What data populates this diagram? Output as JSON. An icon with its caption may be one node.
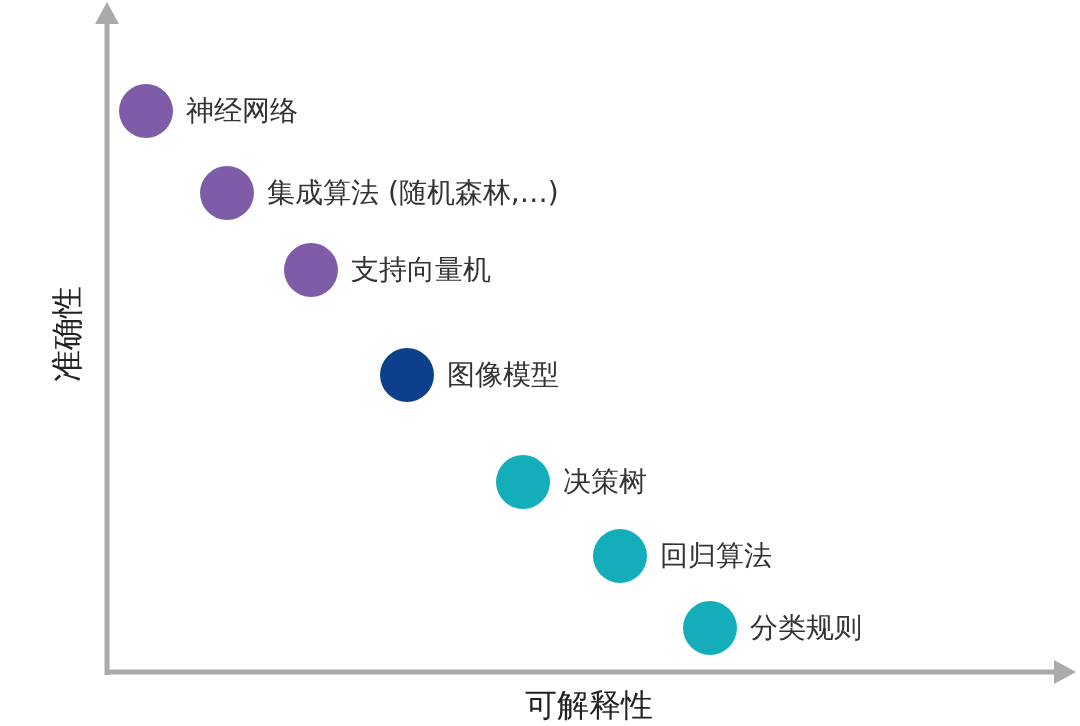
{
  "diagram": {
    "nodes": [
      {
        "text": [],
        "shape": "circle",
        "beside": [
          "神经网络"
        ]
      },
      {
        "text": [],
        "shape": "circle",
        "beside": [
          "集成算法 (随机森林,…)"
        ]
      },
      {
        "text": [],
        "shape": "circle",
        "beside": [
          "支持向量机"
        ]
      },
      {
        "text": [],
        "shape": "circle",
        "beside": [
          "图像模型"
        ]
      },
      {
        "text": [],
        "shape": "circle",
        "beside": [
          "决策树"
        ]
      },
      {
        "text": [],
        "shape": "circle",
        "beside": [
          "回归算法"
        ]
      },
      {
        "text": [],
        "shape": "circle",
        "beside": [
          "分类规则"
        ]
      }
    ],
    "edges": [],
    "labels": [
      "准确性",
      "可解释性"
    ]
  }
}
